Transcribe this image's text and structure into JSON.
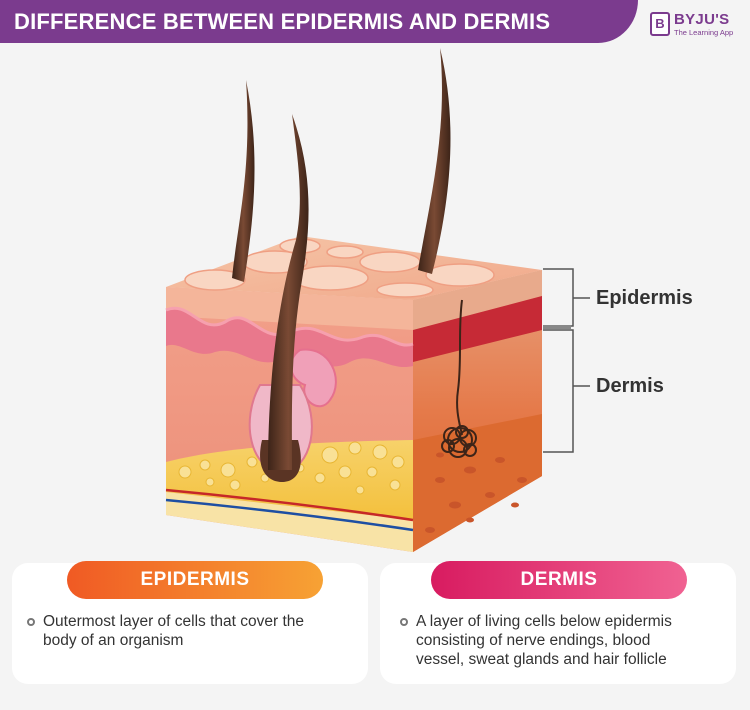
{
  "header": {
    "title": "DIFFERENCE BETWEEN EPIDERMIS AND DERMIS",
    "logo": {
      "mark": "B",
      "name": "BYJU'S",
      "tagline": "The Learning App"
    }
  },
  "diagram": {
    "labels": {
      "epidermis": "Epidermis",
      "dermis": "Dermis"
    }
  },
  "cards": {
    "epidermis": {
      "heading": "EPIDERMIS",
      "text_lines": [
        "Outermost layer of cells that cover the",
        "body of an organism"
      ]
    },
    "dermis": {
      "heading": "DERMIS",
      "text_lines": [
        "A layer of living cells below epidermis",
        "consisting of nerve endings, blood",
        "vessel, sweat glands and hair follicle"
      ]
    }
  },
  "colors": {
    "brand_purple": "#7b3b8e",
    "epidermis_accent": "#f05a24",
    "dermis_accent": "#d81b60"
  }
}
